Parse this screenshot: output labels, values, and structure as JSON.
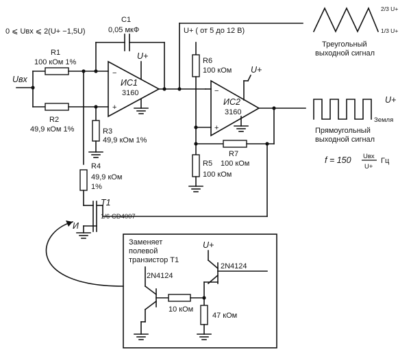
{
  "diagram": {
    "input_condition": "0 ⩽ Uвх ⩽ 2(U+ −1,5U)",
    "u_in": "Uвх",
    "u_plus": "U+",
    "r1": {
      "name": "R1",
      "value": "100 кОм 1%"
    },
    "r2": {
      "name": "R2",
      "value": "49,9 кОм 1%"
    },
    "r3": {
      "name": "R3",
      "value": "49,9 кОм 1%"
    },
    "r4": {
      "name": "R4",
      "value_1": "49,9 кОм",
      "value_2": "1%"
    },
    "r5": {
      "name": "R5",
      "value": "100 кОм"
    },
    "r6": {
      "name": "R6",
      "value": "100 кОм"
    },
    "r7": {
      "name": "R7",
      "value": "100 кОм"
    },
    "c1": {
      "name": "C1",
      "value": "0,05 мкФ"
    },
    "ic1": {
      "name": "ИС1",
      "part": "3160"
    },
    "ic2": {
      "name": "ИС2",
      "part": "3160"
    },
    "supply_range": "U+  ( от 5 до 12 В)",
    "t1": {
      "name": "T1",
      "part": "1/6 CD4007",
      "pin_label": "И"
    },
    "tri_output": {
      "line1": "Треугольный",
      "line2": "выходной сигнал",
      "top_level": "2/3 U+",
      "bottom_level": "1/3 U+"
    },
    "square_output": {
      "line1": "Прямоугольный",
      "line2": "выходной сигнал",
      "high_label": "U+",
      "low_label": "Земля"
    },
    "frequency_formula": {
      "prefix": "f = 150",
      "numerator": "Uвх",
      "denominator": "U+",
      "unit": "Гц"
    },
    "replacement_box": {
      "title_line1": "Заменяет",
      "title_line2": "полевой",
      "title_line3": "транзистор T1",
      "q1_part": "2N4124",
      "q2_part": "2N4124",
      "r_base": "10 кОм",
      "r_ground": "47 кОм"
    }
  }
}
